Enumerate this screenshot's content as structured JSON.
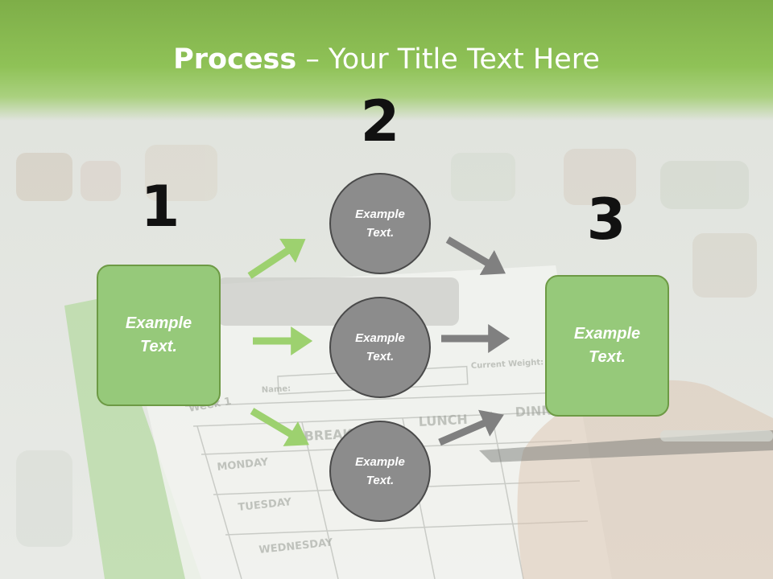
{
  "title": {
    "bold": "Process",
    "rest": " – Your Title Text Here"
  },
  "steps": [
    {
      "number": "1",
      "label": "Example Text."
    },
    {
      "number": "2",
      "label": "Example Text."
    },
    {
      "number": "3",
      "label": "Example Text."
    }
  ],
  "circles": [
    {
      "label": "Example Text."
    },
    {
      "label": "Example Text."
    },
    {
      "label": "Example Text."
    }
  ],
  "background_text": {
    "week": "Week 1",
    "name": "Name:",
    "current_weight": "Current Weight:",
    "columns": [
      "BREAKFAST",
      "LUNCH",
      "DINNER"
    ],
    "days": [
      "MONDAY",
      "TUESDAY",
      "WEDNESDAY"
    ]
  },
  "colors": {
    "header_green": "#8fc257",
    "box_fill": "#96c97a",
    "box_border": "#6d9a45",
    "circle_fill": "#8c8c8c",
    "circle_border": "#4a4a4a",
    "green_arrow": "#9dd16f",
    "gray_arrow": "#808080"
  }
}
